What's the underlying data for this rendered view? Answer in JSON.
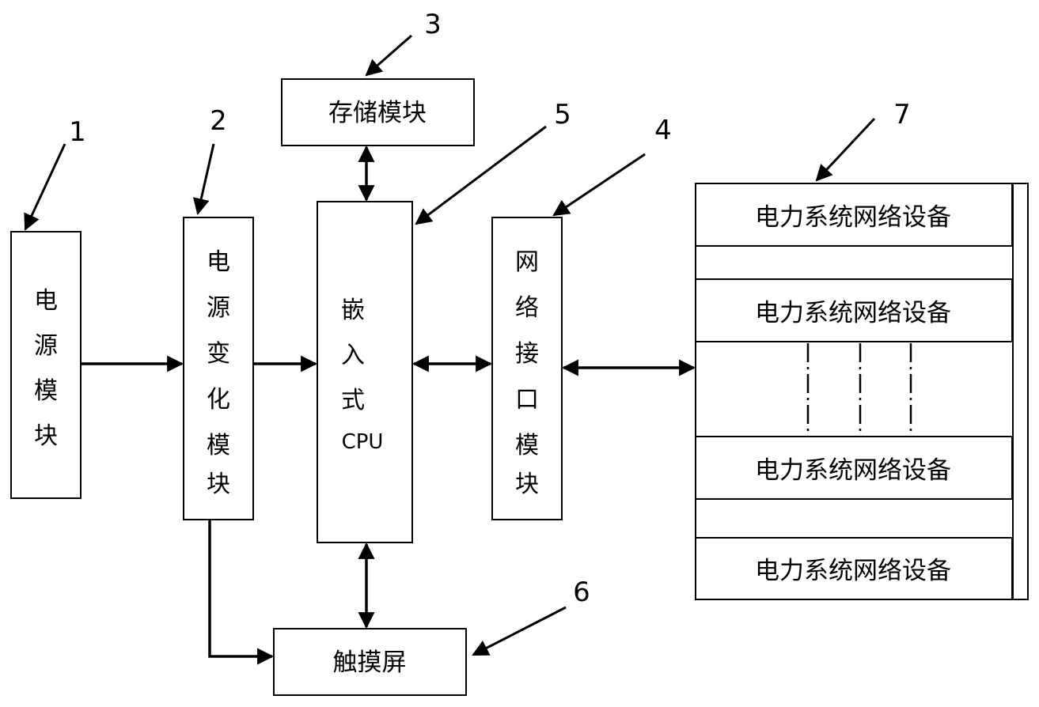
{
  "modules": {
    "power_supply": {
      "number": "1",
      "label": [
        "电",
        "源",
        "模",
        "块"
      ]
    },
    "power_conversion": {
      "number": "2",
      "label": [
        "电",
        "源",
        "变",
        "化",
        "模",
        "块"
      ]
    },
    "storage": {
      "number": "3",
      "label": "存储模块"
    },
    "network_interface": {
      "number": "4",
      "label": [
        "网",
        "络",
        "接",
        "口",
        "模",
        "块"
      ]
    },
    "cpu": {
      "number": "5",
      "label": [
        "嵌",
        "入",
        "式"
      ],
      "label_latin": "CPU"
    },
    "touchscreen": {
      "number": "6",
      "label": "触摸屏"
    },
    "device_group": {
      "number": "7",
      "devices": [
        "电力系统网络设备",
        "电力系统网络设备",
        "电力系统网络设备",
        "电力系统网络设备"
      ]
    }
  }
}
